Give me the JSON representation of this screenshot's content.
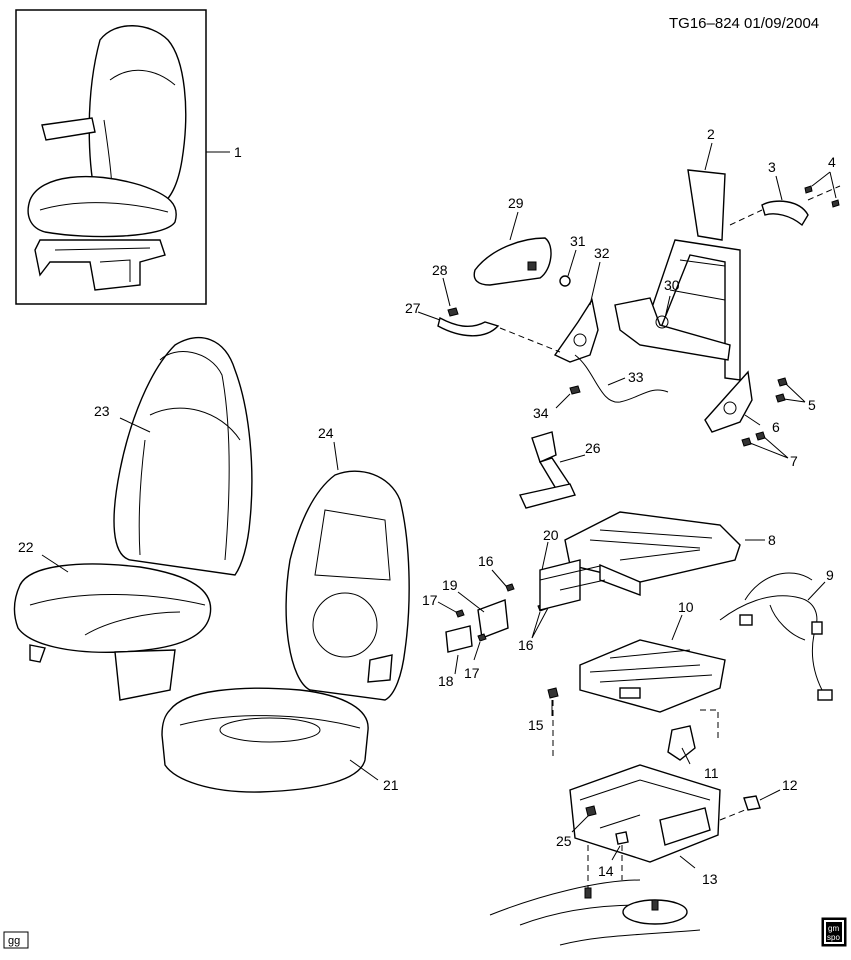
{
  "header": {
    "code": "TG16–824  01/09/2004"
  },
  "footer": {
    "tag": "gg",
    "logo_top": "gm",
    "logo_bottom": "spo"
  },
  "callouts": {
    "c1": "1",
    "c2": "2",
    "c3": "3",
    "c4": "4",
    "c5": "5",
    "c6": "6",
    "c7": "7",
    "c8": "8",
    "c9": "9",
    "c10": "10",
    "c11": "11",
    "c12": "12",
    "c13": "13",
    "c14": "14",
    "c15": "15",
    "c16a": "16",
    "c16b": "16",
    "c17a": "17",
    "c17b": "17",
    "c18": "18",
    "c19": "19",
    "c20": "20",
    "c21": "21",
    "c22": "22",
    "c23": "23",
    "c24": "24",
    "c25": "25",
    "c26": "26",
    "c27": "27",
    "c28": "28",
    "c29": "29",
    "c30": "30",
    "c31": "31",
    "c32": "32",
    "c33": "33",
    "c34": "34"
  }
}
